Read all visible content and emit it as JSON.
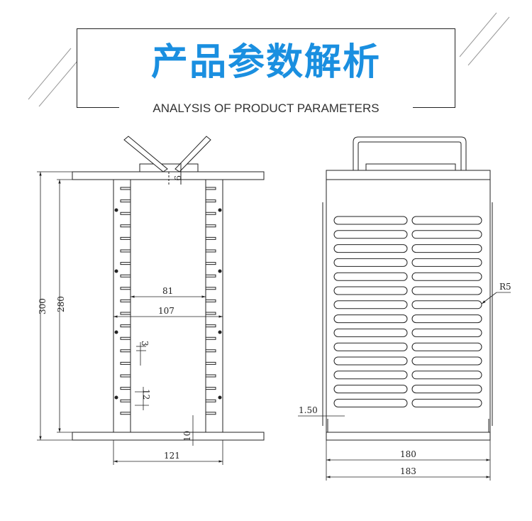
{
  "header": {
    "title": "产品参数解析",
    "subtitle": "ANALYSIS OF PRODUCT PARAMETERS"
  },
  "front_view": {
    "dim_overall_height": "300",
    "dim_inner_height": "280",
    "dim_inner_width": "81",
    "dim_outer_width": "107",
    "dim_slot_height": "3",
    "dim_slot_pitch": "12",
    "dim_base_width": "121",
    "dim_base_gap": "10",
    "dim_top_offset": "9"
  },
  "side_view": {
    "dim_radius": "R5",
    "dim_thickness": "1.50",
    "dim_inner_width": "180",
    "dim_outer_width": "183"
  },
  "colors": {
    "title_blue": "#1a8fe0",
    "line": "#222222"
  }
}
